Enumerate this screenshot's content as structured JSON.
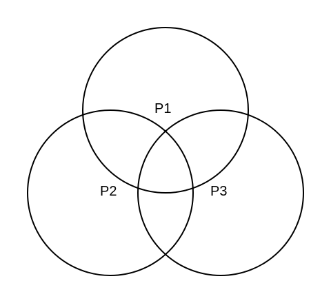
{
  "diagram": {
    "type": "venn",
    "sets": [
      {
        "id": "p1",
        "label": "P1"
      },
      {
        "id": "p2",
        "label": "P2"
      },
      {
        "id": "p3",
        "label": "P3"
      }
    ],
    "colors": {
      "stroke": "#000000",
      "background": "#ffffff"
    }
  }
}
